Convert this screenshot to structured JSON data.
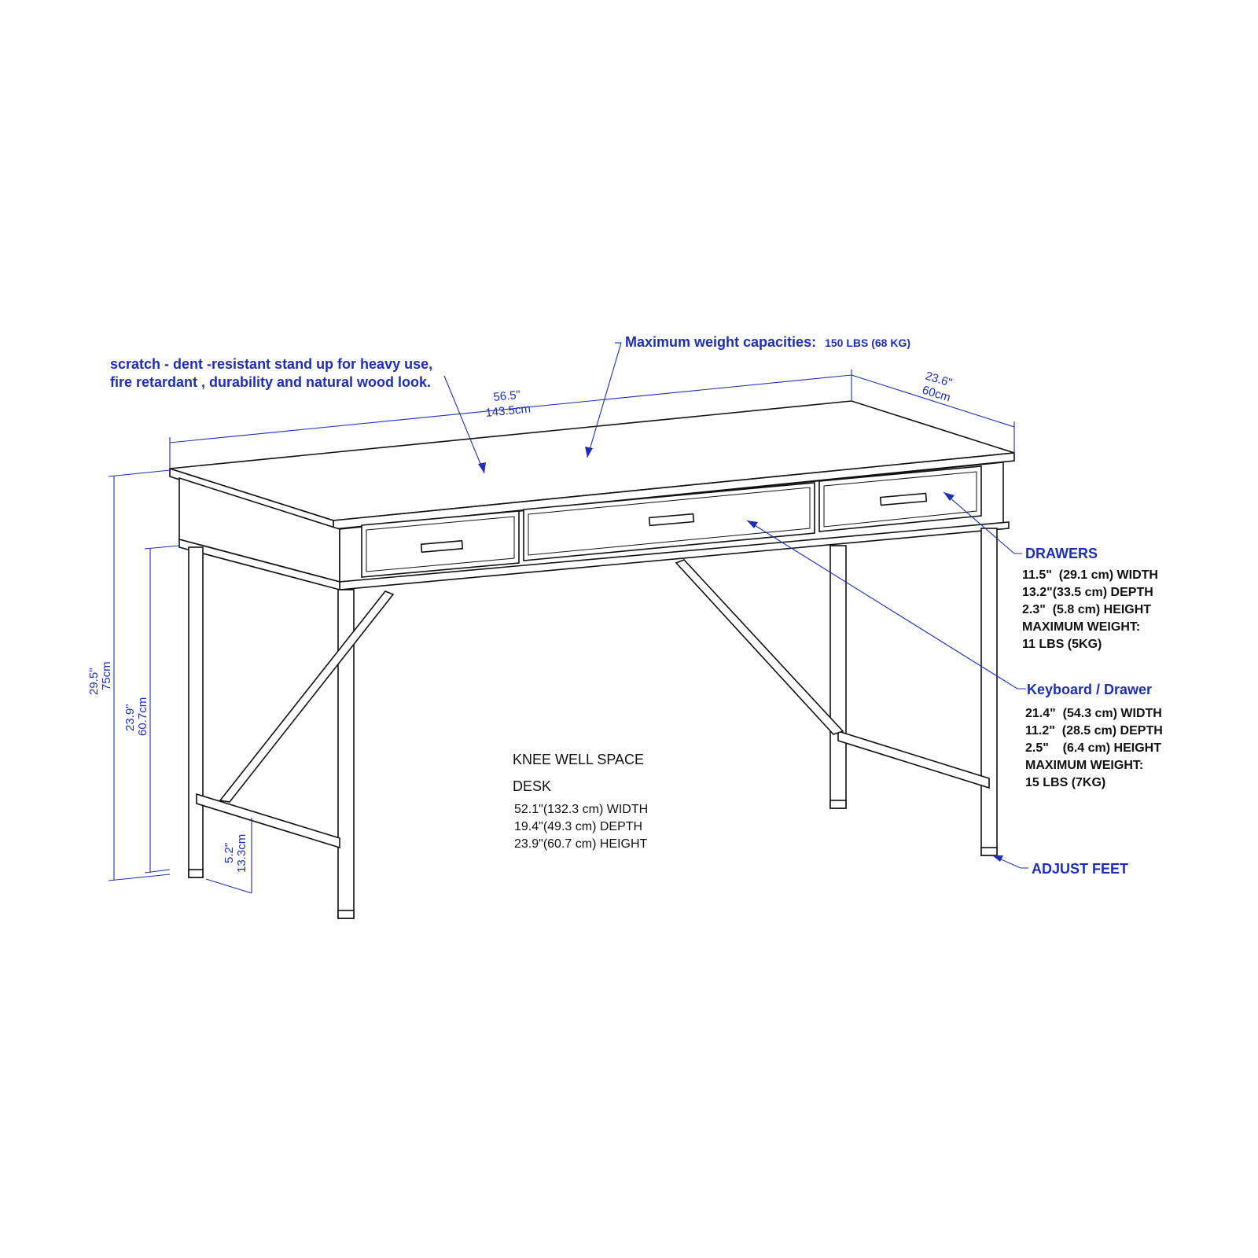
{
  "callouts": {
    "finish_line1": "scratch - dent -resistant stand up for heavy use,",
    "finish_line2": "fire retardant , durability and natural wood look.",
    "max_weight_label": "Maximum weight capacities:",
    "max_weight_value": "150 LBS (68 KG)",
    "adjust_feet": "ADJUST FEET"
  },
  "dimensions": {
    "width_in": "56.5\"",
    "width_cm": "143.5cm",
    "depth_in": "23.6\"",
    "depth_cm": "60cm",
    "height_in": "29.5\"",
    "height_cm": "75cm",
    "knee_height_in": "23.9\"",
    "knee_height_cm": "60.7cm",
    "foot_clearance_in": "5.2\"",
    "foot_clearance_cm": "13.3cm"
  },
  "drawers": {
    "title": "DRAWERS",
    "lines": [
      "11.5\"  (29.1 cm) WIDTH",
      "13.2\"(33.5 cm) DEPTH",
      "2.3\"  (5.8 cm) HEIGHT",
      "MAXIMUM WEIGHT:",
      "11 LBS (5KG)"
    ]
  },
  "keyboard_drawer": {
    "title": "Keyboard / Drawer",
    "lines": [
      "21.4\"  (54.3 cm) WIDTH",
      "11.2\"  (28.5 cm) DEPTH",
      "2.5\"    (6.4 cm) HEIGHT",
      "MAXIMUM WEIGHT:",
      "15 LBS (7KG)"
    ]
  },
  "knee_well": {
    "title": "KNEE WELL SPACE",
    "subtitle": "DESK",
    "lines": [
      "52.1\"(132.3 cm) WIDTH",
      "19.4\"(49.3 cm) DEPTH",
      "23.9\"(60.7 cm) HEIGHT"
    ]
  },
  "colors": {
    "annotation": "#1f2fb4",
    "ink": "#111111",
    "background": "#ffffff"
  }
}
